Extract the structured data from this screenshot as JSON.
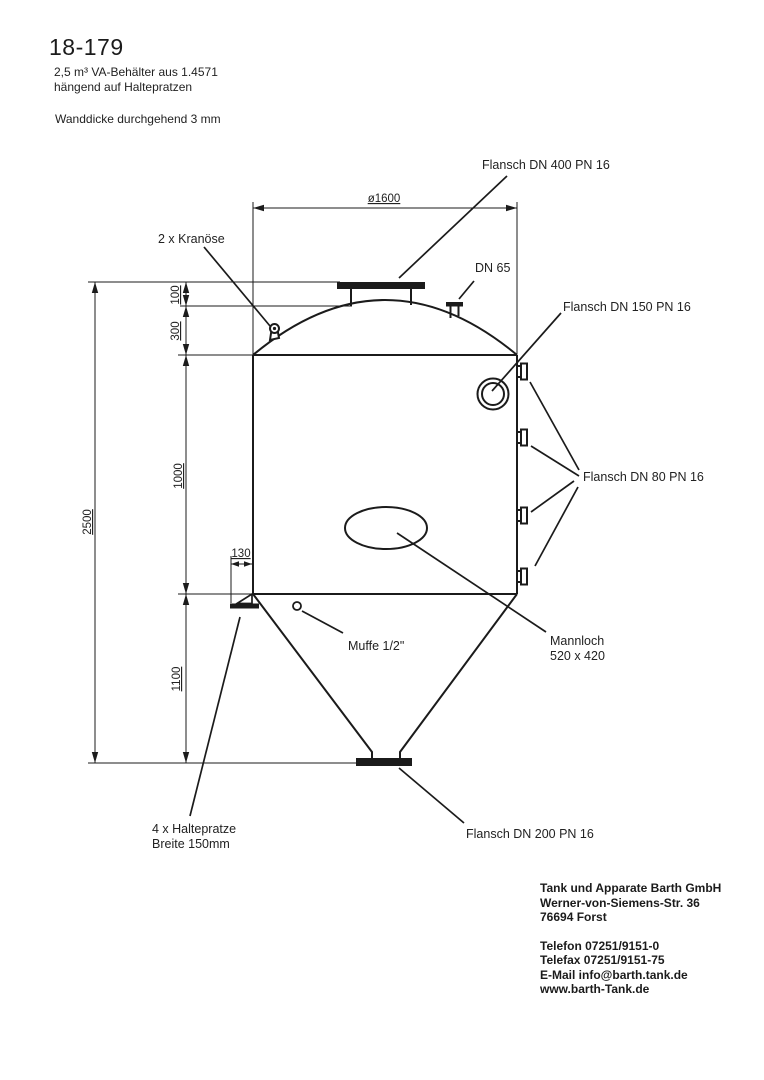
{
  "header": {
    "number": "18-179",
    "description_line1": "2,5 m³ VA-Behälter aus 1.4571",
    "description_line2": "hängend auf Haltepratzen",
    "wall_note": "Wanddicke durchgehend  3 mm"
  },
  "dims": {
    "diameter": "ø1600",
    "d100": "100",
    "d300": "300",
    "d1000": "1000",
    "d1100": "1100",
    "d2500": "2500",
    "d130": "130"
  },
  "labels": {
    "flansch_dn400": "Flansch DN 400 PN 16",
    "kranoese": "2 x Kranöse",
    "dn65": "DN 65",
    "flansch_dn150": "Flansch DN 150 PN 16",
    "flansch_dn80": "Flansch DN 80 PN 16",
    "mannloch_line1": "Mannloch",
    "mannloch_line2": "520 x 420",
    "muffe": "Muffe 1/2\"",
    "haltepratze_line1": "4 x Haltepratze",
    "haltepratze_line2": "Breite 150mm",
    "flansch_dn200": "Flansch DN 200 PN 16"
  },
  "company": {
    "name": "Tank und Apparate Barth GmbH",
    "street": "Werner-von-Siemens-Str. 36",
    "city": "76694 Forst",
    "phone": "Telefon 07251/9151-0",
    "fax": "Telefax 07251/9151-75",
    "email": "E-Mail info@barth.tank.de",
    "web": "www.barth-Tank.de"
  },
  "colors": {
    "ink": "#1b1b1b",
    "background": "#ffffff"
  }
}
